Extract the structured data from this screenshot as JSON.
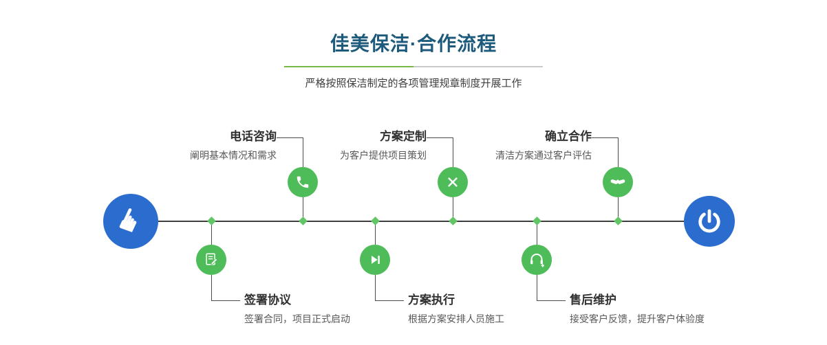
{
  "header": {
    "title": "佳美保洁·合作流程",
    "subtitle": "严格按照保洁制定的各项管理规章制度开展工作"
  },
  "timeline": {
    "start_icon": "pointing-hand-icon",
    "end_icon": "power-icon",
    "steps_top": [
      {
        "title": "电话咨询",
        "desc": "阐明基本情况和需求",
        "icon": "phone-icon"
      },
      {
        "title": "方案定制",
        "desc": "为客户提供项目策划",
        "icon": "pencil-ruler-icon"
      },
      {
        "title": "确立合作",
        "desc": "清洁方案通过客户评估",
        "icon": "handshake-icon"
      }
    ],
    "steps_bottom": [
      {
        "title": "签署协议",
        "desc": "签署合同，项目正式启动",
        "icon": "contract-icon"
      },
      {
        "title": "方案执行",
        "desc": "根据方案安排人员施工",
        "icon": "play-icon"
      },
      {
        "title": "售后维护",
        "desc": "接受客户反馈，提升客户体验度",
        "icon": "headset-icon"
      }
    ]
  },
  "colors": {
    "green": "#4ebc58",
    "blue": "#2b6ccf",
    "title_blue": "#1d5a7c",
    "divider_green": "#76b843",
    "divider_gray": "#c9c9c9"
  }
}
